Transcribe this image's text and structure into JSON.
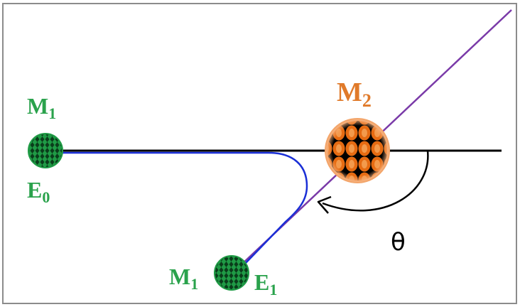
{
  "colors": {
    "frame": "#8c8c8c",
    "axis": "#000000",
    "trajectory": "#1a2fd6",
    "recoil_line": "#7a3aa8",
    "light_particle": "#1f9a45",
    "heavy_particle": "#e07a2a",
    "heavy_label": "#e07a2a",
    "light_label": "#2aa24c"
  },
  "labels": {
    "m1_initial": {
      "main": "M",
      "sub": "1"
    },
    "e0": {
      "main": "E",
      "sub": "0"
    },
    "m2": {
      "main": "M",
      "sub": "2"
    },
    "m1_final": {
      "main": "M",
      "sub": "1"
    },
    "e1": {
      "main": "E",
      "sub": "1"
    },
    "theta": "θ"
  },
  "icons": {
    "particle_texture": "diamond-pattern",
    "angle_marker": "curved-arrow-icon"
  }
}
